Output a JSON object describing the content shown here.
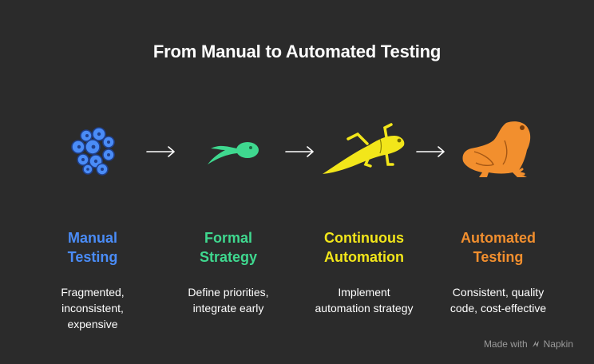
{
  "title": "From Manual to Automated Testing",
  "colors": {
    "background": "#2b2b2b",
    "manual": "#4a8cf7",
    "formal": "#3fd88f",
    "continuous": "#f2e61a",
    "automated": "#f28f2e"
  },
  "stages": [
    {
      "title_line1": "Manual",
      "title_line2": "Testing",
      "desc_line1": "Fragmented,",
      "desc_line2": "inconsistent,",
      "desc_line3": "expensive",
      "icon": "frog-eggs-icon"
    },
    {
      "title_line1": "Formal",
      "title_line2": "Strategy",
      "desc_line1": "Define priorities,",
      "desc_line2": "integrate early",
      "icon": "tadpole-icon"
    },
    {
      "title_line1": "Continuous",
      "title_line2": "Automation",
      "desc_line1": "Implement",
      "desc_line2": "automation strategy",
      "icon": "froglet-icon"
    },
    {
      "title_line1": "Automated",
      "title_line2": "Testing",
      "desc_line1": "Consistent, quality",
      "desc_line2": "code, cost-effective",
      "icon": "frog-icon"
    }
  ],
  "footer": {
    "made_with": "Made with",
    "brand": "Napkin"
  }
}
